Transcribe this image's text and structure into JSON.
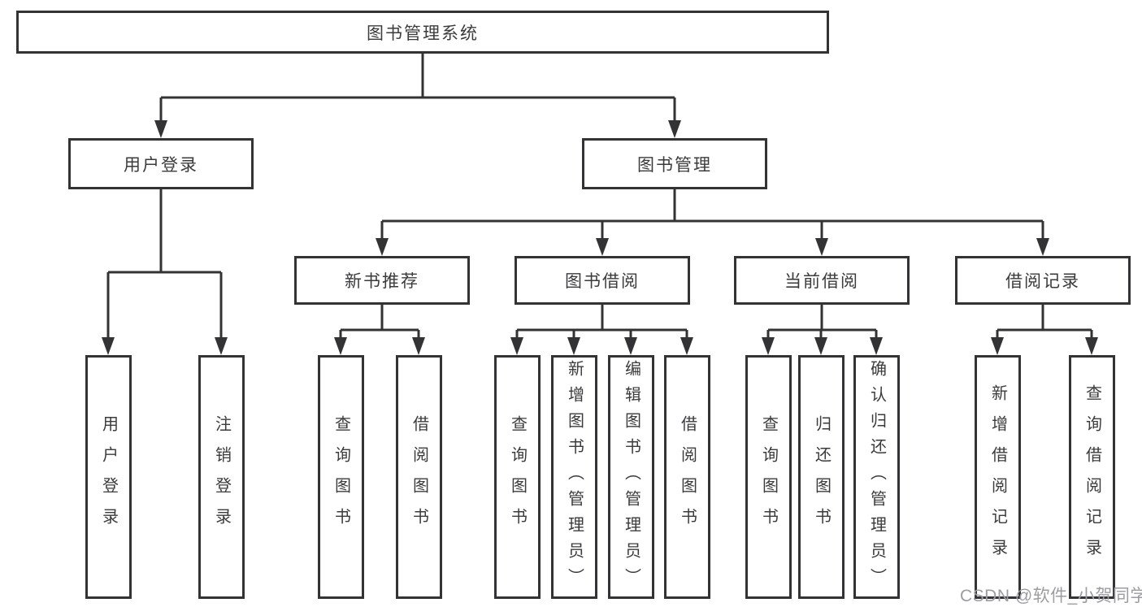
{
  "diagram": {
    "watermark": "CSDN @软件_小贺同学",
    "colors": {
      "line": "#333336",
      "text": "#3b3b3e",
      "node_background": "#ffffff",
      "watermark": "#9c9ca1"
    },
    "tree": {
      "root": {
        "label": "图书管理系统"
      },
      "children": [
        {
          "label": "用户登录",
          "children": [
            {
              "label": "用户登录"
            },
            {
              "label": "注销登录"
            }
          ]
        },
        {
          "label": "图书管理",
          "children": [
            {
              "label": "新书推荐",
              "children": [
                {
                  "label": "查询图书"
                },
                {
                  "label": "借阅图书"
                }
              ]
            },
            {
              "label": "图书借阅",
              "children": [
                {
                  "label": "查询图书"
                },
                {
                  "label": "新增图书（管理员）"
                },
                {
                  "label": "编辑图书（管理员）"
                },
                {
                  "label": "借阅图书"
                }
              ]
            },
            {
              "label": "当前借阅",
              "children": [
                {
                  "label": "查询图书"
                },
                {
                  "label": "归还图书"
                },
                {
                  "label": "确认归还（管理员）"
                }
              ]
            },
            {
              "label": "借阅记录",
              "children": [
                {
                  "label": "新增借阅记录"
                },
                {
                  "label": "查询借阅记录"
                }
              ]
            }
          ]
        }
      ]
    }
  }
}
